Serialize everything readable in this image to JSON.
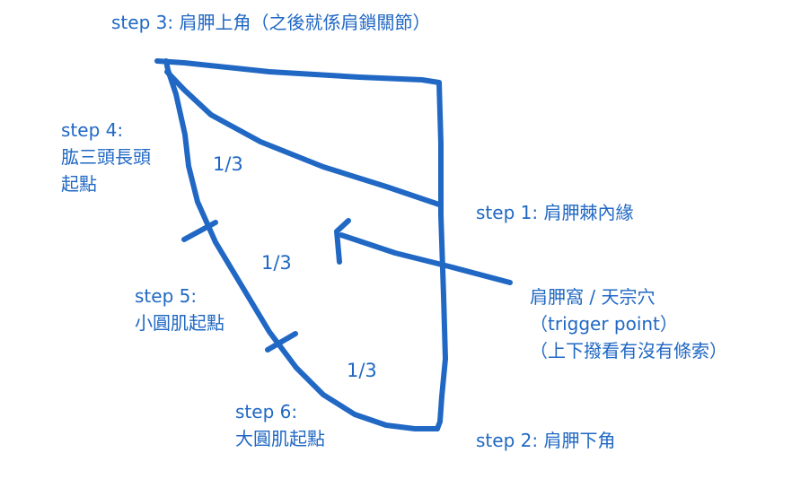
{
  "colors": {
    "ink": "#2068c4",
    "background": "#ffffff"
  },
  "labels": {
    "step3": "step 3: 肩胛上角（之後就係肩鎖關節）",
    "step4": [
      "step 4:",
      "肱三頭長頭",
      "起點"
    ],
    "step1": "step 1: 肩胛棘內緣",
    "step5": [
      "step 5:",
      "小圓肌起點"
    ],
    "trigger_point": [
      "肩胛窩 / 天宗穴",
      "（trigger point）",
      "（上下撥看有沒有條索）"
    ],
    "step6": [
      "step 6:",
      "大圓肌起點"
    ],
    "step2": "step 2: 肩胛下角"
  },
  "fractions": [
    "1/3",
    "1/3",
    "1/3"
  ]
}
